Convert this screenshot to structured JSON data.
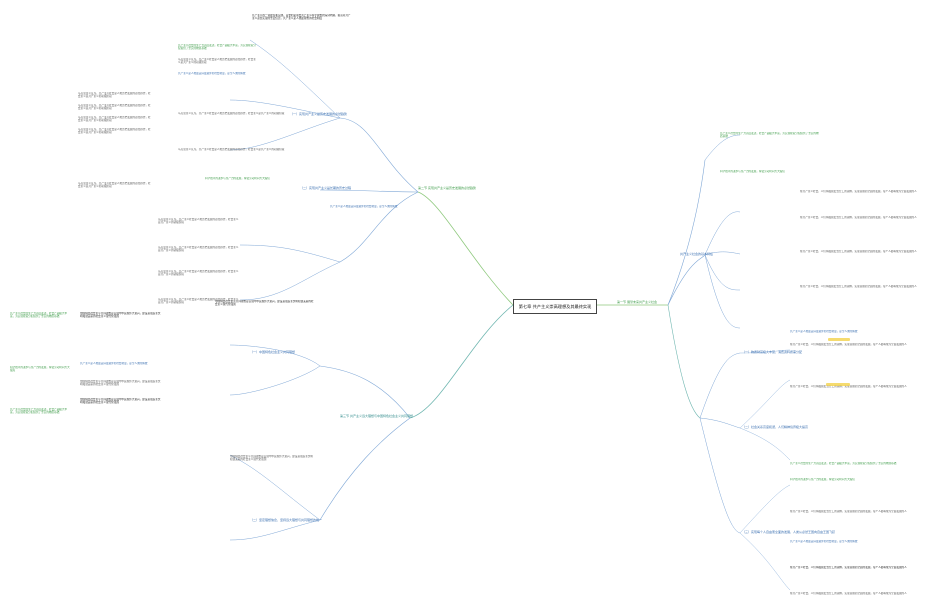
{
  "root": "第七章 共产主义崇高理想及其最终实现",
  "left_branches": [
    {
      "id": "l1",
      "label": "第二节 实现共产主义是历史发展的必然趋势",
      "color": "#3f9c4a"
    },
    {
      "id": "l2",
      "label": "（一）实现共产主义是历史发展的必然趋势",
      "color": "#3a6fb0"
    },
    {
      "id": "l3",
      "label": "（二）实现共产主义是长期的历史过程",
      "color": "#3a6fb0"
    },
    {
      "id": "l4",
      "label": "第三节 共产主义远大理想与中国特色社会主义共同理想",
      "color": "#2f8a8a"
    },
    {
      "id": "l5",
      "label": "（一）中国特色社会主义共同理想",
      "color": "#3a6fb0"
    },
    {
      "id": "l6",
      "label": "（二）坚定理想信念，坚持远大理想与共同理想的统一",
      "color": "#3a6fb0"
    }
  ],
  "right_branches": [
    {
      "id": "r1",
      "label": "第一节 展望未来共产主义社会",
      "color": "#3f9c4a"
    },
    {
      "id": "r2",
      "label": "共产主义社会的基本特征",
      "color": "#3a6fb0"
    },
    {
      "id": "r3",
      "label": "（一）物质财富极大丰富，消费资料按需分配",
      "color": "#3a6fb0"
    },
    {
      "id": "r4",
      "label": "（二）社会关系高度和谐，人们精神境界极大提高",
      "color": "#3a6fb0"
    },
    {
      "id": "r5",
      "label": "（三）实现每个人自由而全面的发展，人类从必然王国向自由王国飞跃",
      "color": "#3a6fb0"
    }
  ],
  "snippets": {
    "top_black": "共产主义的一切理论和实践，首要的是领会共产主义科学理想的深刻内涵，提高对共产主义必然实现的坚定信念，共产主义是人类最理想的社会制度",
    "green_a": "共产主义社会的生产力高度发达，社会产品极大丰富，为实现按需分配提供了坚实的物质基础",
    "green_b": "科学技术的进步与生产力的发展，将使劳动时间大大缩短",
    "blue_a": "共产主义是人类最美好最进步的社会制度，是全人类的解放",
    "left_notes": "马克思主义认为，共产主义社会是人类历史发展的必然趋势，社会主义是共产主义的初级阶段",
    "mid_text": "中国特色社会主义共同理想是实现中华民族伟大复兴，建设富强民主文明和谐美丽的社会主义现代化强国",
    "right_text": "在共产主义社会，人们将摆脱旧式分工的束缚，实现自由而全面的发展，每个人都将成为全面发展的人"
  },
  "colors": {
    "line_green": "#8fc97e",
    "line_blue": "#7fa7d6",
    "line_teal": "#6fb6b0",
    "text_gray": "#555555",
    "highlight_yellow": "#f2d24b"
  }
}
